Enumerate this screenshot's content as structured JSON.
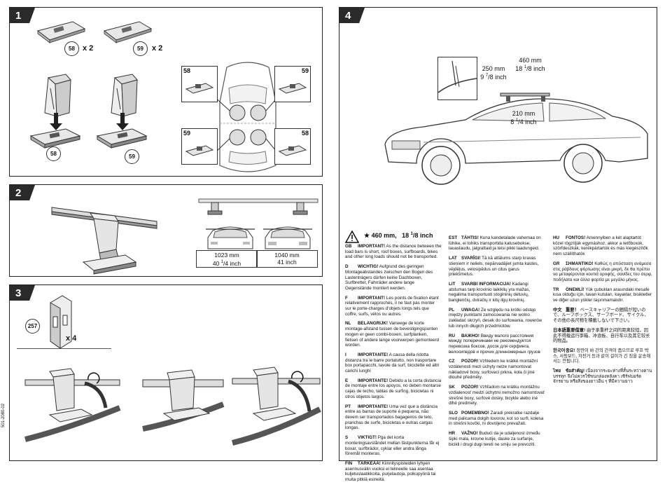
{
  "doc_code": "501-2080-02",
  "steps": {
    "s1": "1",
    "s2": "2",
    "s3": "3",
    "s4": "4"
  },
  "part_labels": {
    "p58": "58",
    "p59": "59",
    "p257": "257"
  },
  "quantities": {
    "x2": "x 2",
    "x4": "x 4"
  },
  "step2": {
    "front_width": "1023 mm",
    "front_inch_a": "40 ",
    "front_inch_b": "1",
    "front_inch_c": "/4",
    "front_inch_d": " inch",
    "rear_width": "1040 mm",
    "rear_inch": "41 inch"
  },
  "step4_dims": {
    "d460": "460 mm",
    "d460_inch_a": "18 ",
    "d460_inch_b": "1",
    "d460_inch_c": "/8",
    "d460_inch_d": " inch",
    "d250": "250 mm",
    "d250_inch_a": "9 ",
    "d250_inch_b": "7",
    "d250_inch_c": "/8",
    "d250_inch_d": " inch",
    "d210": "210 mm",
    "d210_inch_a": "8 ",
    "d210_inch_b": "1",
    "d210_inch_c": "/4",
    "d210_inch_d": " inch"
  },
  "notice": {
    "star": "★",
    "a": "460 mm,",
    "b": "18 ",
    "c": "1",
    "d": "/8",
    "e": " inch"
  },
  "langs_col1": [
    {
      "code": "GB",
      "head": "IMPORTANT!",
      "text": "As the distance between the load bars is short, roof boxes, surfboards, bikes and other long loads should not be transported."
    },
    {
      "code": "D",
      "head": "WICHTIG!",
      "text": "Aufgrund des geringen Montageabstandes zwischen den Bogen des Lastenträgers dürfen keine Dachboxen, Surfbretter, Fahrräder andere lange Gegenstände montiert werden."
    },
    {
      "code": "F",
      "head": "IMPORTANT!",
      "text": "Les points de fixation étant relativement rapprochés, il ne faut pas monter sur le porte-charges d'objets longs tels que coffre, surfs, vélos ou autres."
    },
    {
      "code": "NL",
      "head": "BELANGRIJK!",
      "text": "Vanwege de korte montage-afstand tussen de bevestigingspunten mogen er geen combi-boxen, surfplanken, fietsen of andere lange voorwerpen gemonteerd worden."
    },
    {
      "code": "I",
      "head": "IMPORTANTE!",
      "text": "A causa della ridotta distanza tra le barre portatutto, non trasportare box portapacchi, tavole da surf, biciclette ed altri carichi lunghi"
    },
    {
      "code": "E",
      "head": "IMPORTANTE!",
      "text": "Debido a la corta distancia de montaje entre los apoyos, no deben montarse cajas de techo, tablas de surfing, bicicletas ni otros objetos largos."
    },
    {
      "code": "PT",
      "head": "IMPORTANTE!",
      "text": "Uma vez que a distância entre as barras de suporte é pequena, não devem ser transportados bagageiros de teto, pranchas de surfe, bicicletas e outras cargas longas."
    },
    {
      "code": "S",
      "head": "VIKTIGT!",
      "text": "Pga det korta monteringsavståndet mellan fästpunkterna får ej boxar, surfbrädor, cyklar eller andra långa föremål monteras."
    },
    {
      "code": "FIN",
      "head": "TÄRKEÄÄ!",
      "text": "Kiinnityspisteiden lyhyen asennusvälin vuoksi ei telineelle saa asentaa kuljetuslaatikkoita, purjelautoja, polkupyöriä tai muita pitkiä esineitä."
    }
  ],
  "langs_col2": [
    {
      "code": "EST",
      "head": "TÄHTIS!",
      "text": "Kuna kandetalade vahemaa on lühike, ei tohiks transportida katusebokse, lauaslaudu, jalgrattaid ja teisi pikki laadungeid."
    },
    {
      "code": "LAT",
      "head": "SVARĪGI!",
      "text": "Tā kā attālums starp kravas stieņiem ir neliels, nepārvadājiet jumta kastes, vējdēļus, velosipēdus un citus garus priekšmetus."
    },
    {
      "code": "LIT",
      "head": "SVARBI INFORMACIJA!",
      "text": "Kadangi atstumas tarp krovinio laikiklių yra mažas, negalima transportuoti stogininių dėtuvių, banglenčių, dviračių ir kitų ilgų krovinių."
    },
    {
      "code": "PL",
      "head": "UWAGA!",
      "text": "Ze względu na krótki odstęp między punktami zamocowania nie wolno zakładać skrzyń, desek do surfowania, rowerów lub innych długich przedmiotów."
    },
    {
      "code": "RU",
      "head": "ВАЖНО!",
      "text": "Ввиду малого расстояния между поперечинами не рекомендуется перевозка боксов, досок для серфинга, велосипедов и прочих длинномерных грузов"
    },
    {
      "code": "CZ",
      "head": "POZOR!",
      "text": "Vzhledem ke krátké montážní vzdálenosti mezi úchyty nelze namontovat nákladové boxy, surfovací prkna, kola či jiné dlouhé předměty."
    },
    {
      "code": "SK",
      "head": "POZOR!",
      "text": "Vzhľadom na krátku montážnu vzdialenosť medzi úchytmi nemožno namontovať strešné boxy, surfové dosky, bicykle alebo iné dlhé predmety."
    },
    {
      "code": "SLO",
      "head": "POMEMBNO!",
      "text": "Zaradi prekratke razdalje med palicama dolgih tovorov, kot so surfi, kolesa in strešni kovčki, ni dovoljeno prevažati."
    },
    {
      "code": "HR",
      "head": "VAŽNO!",
      "text": "Budući da je udaljenost između šipki mala, krovne kutije, daske za surfanje, bicikli i drugi dugi tereti ne smiju se prevoziti."
    }
  ],
  "langs_col3": [
    {
      "code": "HU",
      "head": "FONTOS!",
      "text": "Amennyiben a két alaptartót közel rögzítjük egymáshoz, akkor a tetőboxok, szörfdeszkák, kerékpártartók és más kiegészítők nem szállíthatók"
    },
    {
      "code": "GR",
      "head": "ΣΗΜΑΝΤΙΚΟ!",
      "text": "Καθώς η απόσταση ανάμεσα στις ράβδους φόρτωσης είναι μικρή, δε θα πρέπει να μεταφέρονται κουτιά οροφής, σανίδες του σερφ, ποδήλατα και άλλα φορτία με μεγάλο μήκος."
    },
    {
      "code": "TR",
      "head": "ÖNEMLİ!",
      "text": "Yük çubukları arasındaki mesafe kısa olduğu için, tavan kutuları, kayaklar, bisikletler ve diğer uzun yükler taşınmamalıdır."
    },
    {
      "code": "中文",
      "head": "重要！",
      "text": "ベースキャリアーの間隔が短いので、ルーフボックス、サーフボード、サイクル、その他の長尺物を積載しないで下さい。"
    },
    {
      "code": "日本語",
      "head": "重要借意!",
      "text": "由于承重杆之间的距离较短，因此不得载运行李箱、冲浪板、自行车以及其它较长的物品。"
    },
    {
      "code": "한국어",
      "head": "중요!",
      "text": "장만이 바 간의 간격이 좁으므로 루프 박스, 서핑보드, 자전거 등과 같이 길이가 긴 짐을 운송해서는 안됩니다."
    },
    {
      "code": "ไทย",
      "head": "ข้อสำคัญ!",
      "text": "เนื่องจากระยะห่างที่สั้นระหว่างคานบรรทุก จึงไม่ควรใช้ขนกล่องหลังคา เซิร์ฟบอร์ด จักรยาน หรือสิ่งของยาวอื่น ๆ ที่มีความยาว"
    }
  ]
}
